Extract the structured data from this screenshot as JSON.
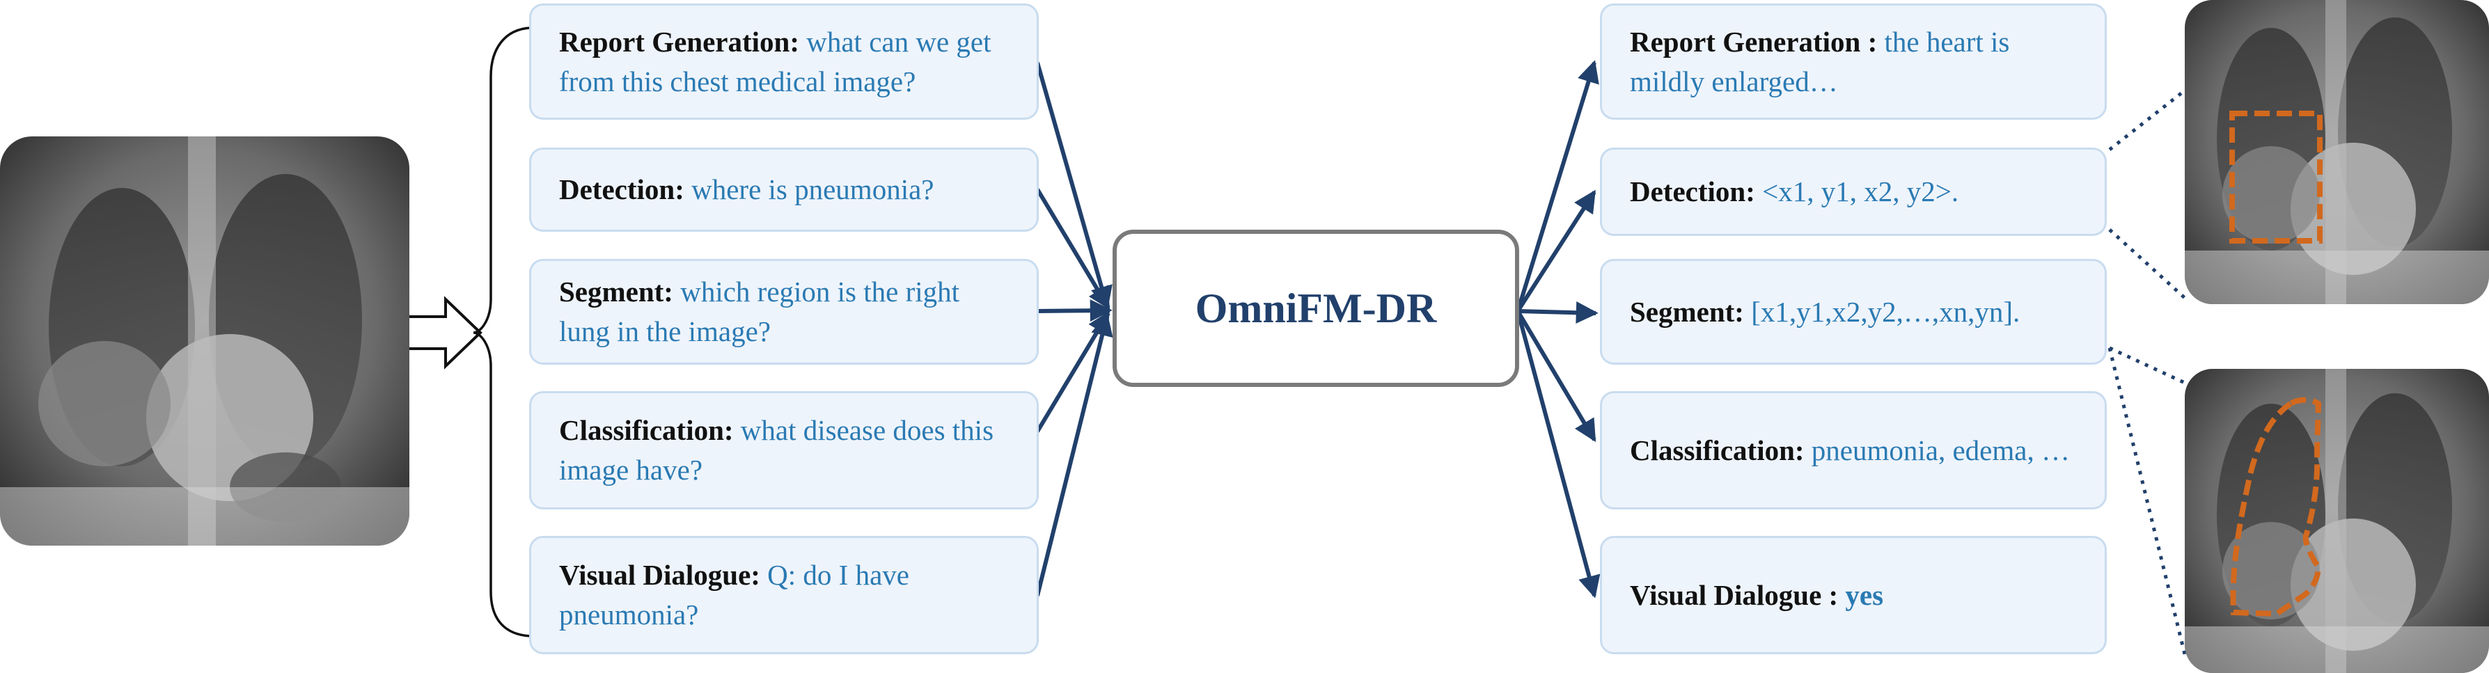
{
  "model": {
    "name": "OmniFM-DR"
  },
  "inputs": [
    {
      "label": "Report Generation:",
      "text": "what can we get from this chest medical image?"
    },
    {
      "label": "Detection:",
      "text": "where is pneumonia?"
    },
    {
      "label": "Segment:",
      "text": "which region is the right lung in the image?"
    },
    {
      "label": "Classification:",
      "text": "what disease does this image have?"
    },
    {
      "label": "Visual Dialogue:",
      "text": "Q: do I have pneumonia?"
    }
  ],
  "outputs": [
    {
      "label": "Report Generation :",
      "text": "the heart is mildly enlarged…"
    },
    {
      "label": "Detection:",
      "text": "<x1, y1, x2, y2>."
    },
    {
      "label": "Segment:",
      "text": "[x1,y1,x2,y2,…,xn,yn]."
    },
    {
      "label": "Classification:",
      "text": "pneumonia, edema, …"
    },
    {
      "label": "Visual Dialogue :",
      "text": "yes"
    }
  ],
  "images": {
    "input": "chest-xray",
    "detection_result": "chest-xray-with-bounding-box",
    "segmentation_result": "chest-xray-with-lung-contour"
  },
  "colors": {
    "box_fill": "#eef4fb",
    "box_border": "#c9dcef",
    "question_text": "#2a7ab3",
    "arrow": "#21406b",
    "annotation": "#d2691e",
    "model_border": "#7a7a7a"
  }
}
